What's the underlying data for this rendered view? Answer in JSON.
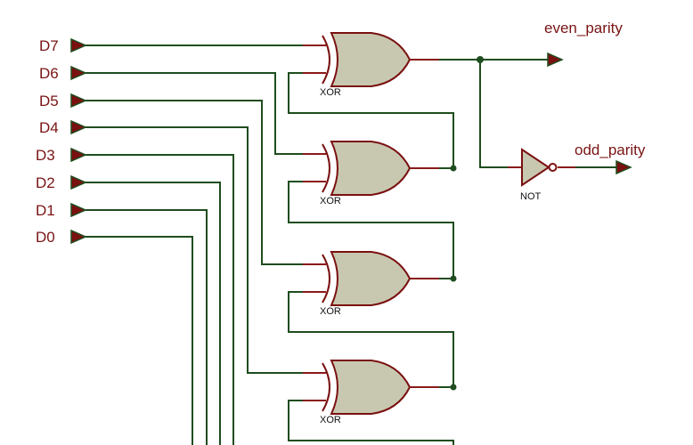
{
  "diagram": {
    "title": "Parity generator circuit",
    "inputs": [
      {
        "name": "D7"
      },
      {
        "name": "D6"
      },
      {
        "name": "D5"
      },
      {
        "name": "D4"
      },
      {
        "name": "D3"
      },
      {
        "name": "D2"
      },
      {
        "name": "D1"
      },
      {
        "name": "D0"
      }
    ],
    "gates": [
      {
        "type": "XOR",
        "label": "XOR"
      },
      {
        "type": "XOR",
        "label": "XOR"
      },
      {
        "type": "XOR",
        "label": "XOR"
      },
      {
        "type": "XOR",
        "label": "XOR"
      }
    ],
    "inverter": {
      "type": "NOT",
      "label": "NOT"
    },
    "outputs": {
      "even": "even_parity",
      "odd": "odd_parity"
    },
    "colors": {
      "wire": "#1f4d1f",
      "pin": "#8b1a1a",
      "gate_fill": "#c8c8b0",
      "gate_stroke": "#7a1010",
      "label": "#7a1414"
    }
  }
}
